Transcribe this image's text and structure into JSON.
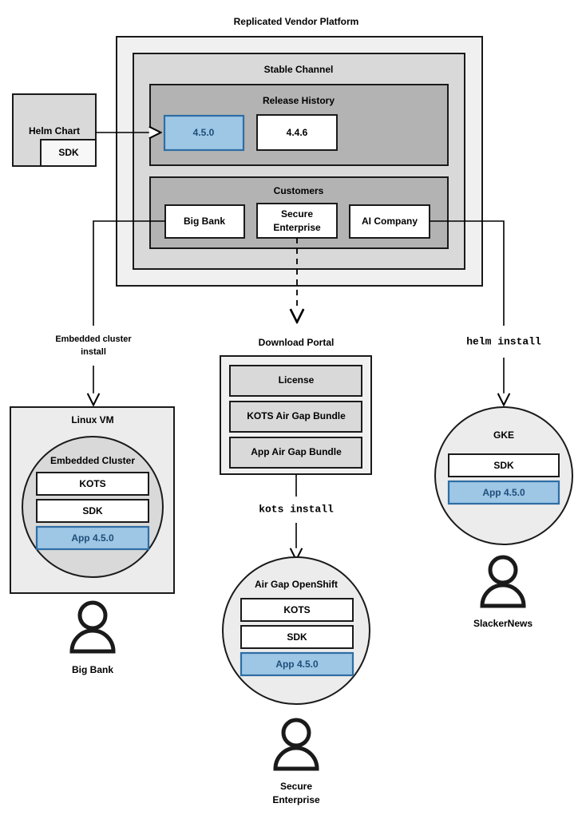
{
  "diagram": {
    "title": "Replicated Vendor Platform",
    "platform": {
      "stable_channel": {
        "label": "Stable Channel",
        "release_history": {
          "label": "Release History",
          "releases": [
            {
              "version": "4.5.0",
              "highlighted": true
            },
            {
              "version": "4.4.6",
              "highlighted": false
            }
          ]
        },
        "customers": {
          "label": "Customers",
          "items": [
            {
              "name": "Big Bank"
            },
            {
              "name": "Secure\nEnterprise",
              "line1": "Secure",
              "line2": "Enterprise"
            },
            {
              "name": "AI Company"
            }
          ]
        }
      }
    },
    "source": {
      "label": "Helm Chart",
      "sdk_label": "SDK"
    },
    "edge_labels": {
      "embedded_cluster_install_line1": "Embedded cluster",
      "embedded_cluster_install_line2": "install",
      "kots_install": "kots install",
      "helm_install": "helm install"
    },
    "download_portal": {
      "label": "Download Portal",
      "artifacts": [
        {
          "name": "License"
        },
        {
          "name": "KOTS Air Gap Bundle"
        },
        {
          "name": "App Air Gap Bundle"
        }
      ]
    },
    "targets": [
      {
        "id": "linux-vm",
        "label": "Linux VM",
        "inner_label": "Embedded Cluster",
        "components": [
          {
            "name": "KOTS",
            "highlighted": false
          },
          {
            "name": "SDK",
            "highlighted": false
          },
          {
            "name": "App 4.5.0",
            "highlighted": true
          }
        ],
        "customer": "Big Bank"
      },
      {
        "id": "air-gap-openshift",
        "label": "Air Gap OpenShift",
        "components": [
          {
            "name": "KOTS",
            "highlighted": false
          },
          {
            "name": "SDK",
            "highlighted": false
          },
          {
            "name": "App 4.5.0",
            "highlighted": true
          }
        ],
        "customer_line1": "Secure",
        "customer_line2": "Enterprise"
      },
      {
        "id": "gke",
        "label": "GKE",
        "components": [
          {
            "name": "SDK",
            "highlighted": false
          },
          {
            "name": "App 4.5.0",
            "highlighted": true
          }
        ],
        "customer": "SlackerNews"
      }
    ],
    "colors": {
      "platform_outer_fill": "#f0f0f0",
      "channel_fill": "#d9d9d9",
      "panel_fill": "#b3b3b3",
      "box_white": "#ffffff",
      "box_gray": "#d9d9d9",
      "highlight_fill": "#9ec6e5",
      "highlight_stroke": "#2e6da4",
      "highlight_text": "#1f4e79",
      "stroke": "#1a1a1a",
      "circle_fill": "#ececec",
      "embedded_circle_fill": "#d9d9d9"
    }
  }
}
